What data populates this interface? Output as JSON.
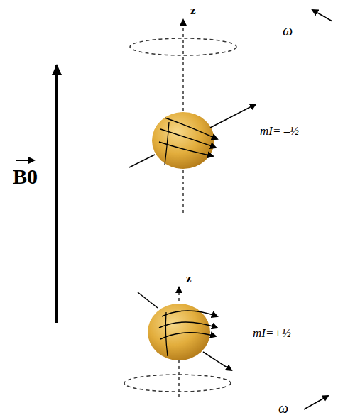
{
  "diagram": {
    "labels": [
      "z",
      "ω",
      "mI= –½",
      "z",
      "mI=+½",
      "ω",
      "B0"
    ]
  }
}
